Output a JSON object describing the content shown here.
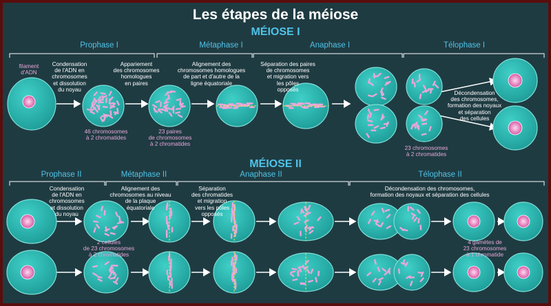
{
  "title": "Les étapes de la méiose",
  "meiosis1": {
    "label": "MÉIOSE I",
    "phases": [
      "Prophase I",
      "Métaphase I",
      "Anaphase I",
      "Télophase I"
    ],
    "dna_label": "filament\nd'ADN",
    "descriptions": {
      "prophase": "Condensation\nde l'ADN en\nchromosomes\net dissolution\ndu noyau",
      "pairing": "Appariement\ndes chromosomes\nhomologues\nen paires",
      "metaphase": "Alignement des\nchromosomes homologues\nde part et d'autre de la\nligne équatoriale",
      "anaphase": "Séparation des paires\nde chromosomes\net migration vers\nles pôles\nopposés",
      "telophase": "Décondensation\ndes chromosomes,\nformation des noyaux\net séparation\ndes cellules"
    },
    "counts": {
      "c46": "46 chromosomes\nà 2 chromatides",
      "c23pairs": "23 paires\nde chromosomes\nà 2 chromatides",
      "c23": "23 chromosomes\nà 2 chromatides"
    }
  },
  "meiosis2": {
    "label": "MÉIOSE II",
    "phases": [
      "Prophase II",
      "Métaphase II",
      "Anaphase II",
      "Télophase II"
    ],
    "descriptions": {
      "prophase": "Condensation\nde l'ADN en\nchromosomes\net dissolution\ndu noyau",
      "metaphase": "Alignement des\nchromosomes au niveau\nde la plaque\néquatoriale",
      "anaphase": "Séparation\ndes chromatides\net migration\nvers les pôles\nopposés",
      "telophase": "Décondensation des chromosomes,\nformation des noyaux et séparation des cellules"
    },
    "counts": {
      "cells": "2 cellules\nde 23 chromosomes\nà 2 chromatides",
      "gametes": "4 gamètes de\n23 chromosomes\nà 1 chromatide"
    }
  },
  "colors": {
    "background": "#1f3b42",
    "cell_fill": "#2fb9b3",
    "cell_edge": "#7ee0d8",
    "accent_blue": "#4fc3e8",
    "chromosome_pink": "#e8a7d8",
    "equator_yellow": "#e8e34a"
  }
}
